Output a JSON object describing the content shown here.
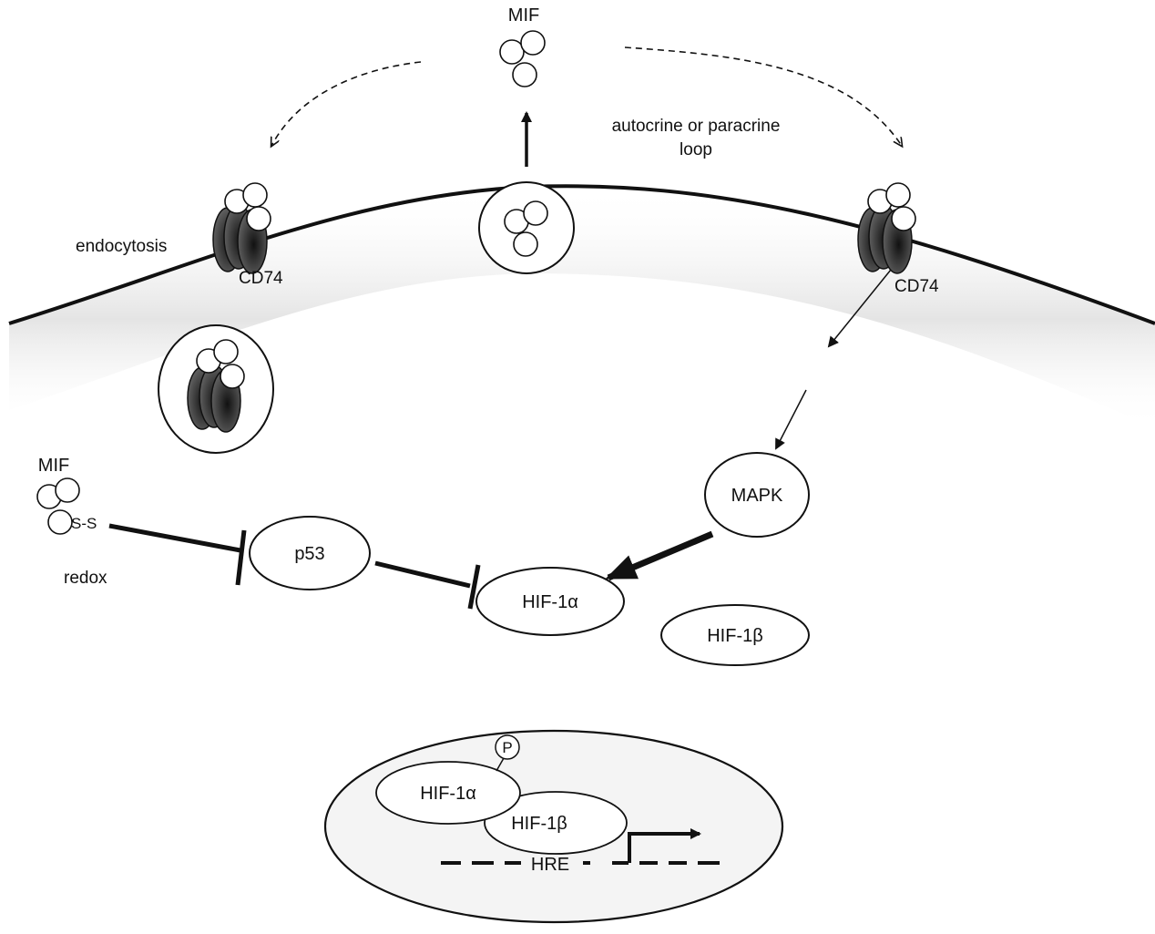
{
  "labels": {
    "mif_top": "MIF",
    "autocrine_line1": "autocrine or paracrine",
    "autocrine_line2": "loop",
    "endocytosis": "endocytosis",
    "cd74_left": "CD74",
    "cd74_right": "CD74",
    "mif_left": "MIF",
    "disulfide": "S-S",
    "redox": "redox",
    "mapk": "MAPK",
    "p53": "p53",
    "hif1a": "HIF-1α",
    "hif1b": "HIF-1β",
    "phospho": "P",
    "nucleus_hif1a": "HIF-1α",
    "nucleus_hif1b": "HIF-1β",
    "hre": "HRE"
  },
  "colors": {
    "line": "#111111",
    "receptor_fill": "#2f2f2f",
    "membrane_shade": "#e2e2e2",
    "background": "#ffffff"
  }
}
